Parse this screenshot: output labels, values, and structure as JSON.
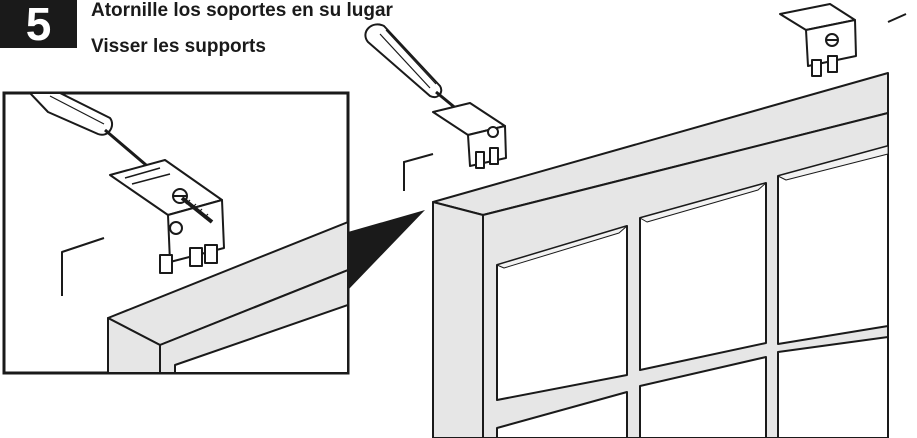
{
  "step": {
    "number": "5",
    "line_es": "Atornille los soportes en su lugar",
    "line_fr": "Visser les supports"
  },
  "icons": [
    "screwdriver-icon",
    "mounting-bracket-icon",
    "window-frame-icon"
  ],
  "colors": {
    "ink": "#1a1a1a",
    "frame_fill": "#e6e6e6",
    "pane_fill": "#ffffff",
    "badge_bg": "#1a1a1a",
    "badge_text": "#ffffff"
  }
}
